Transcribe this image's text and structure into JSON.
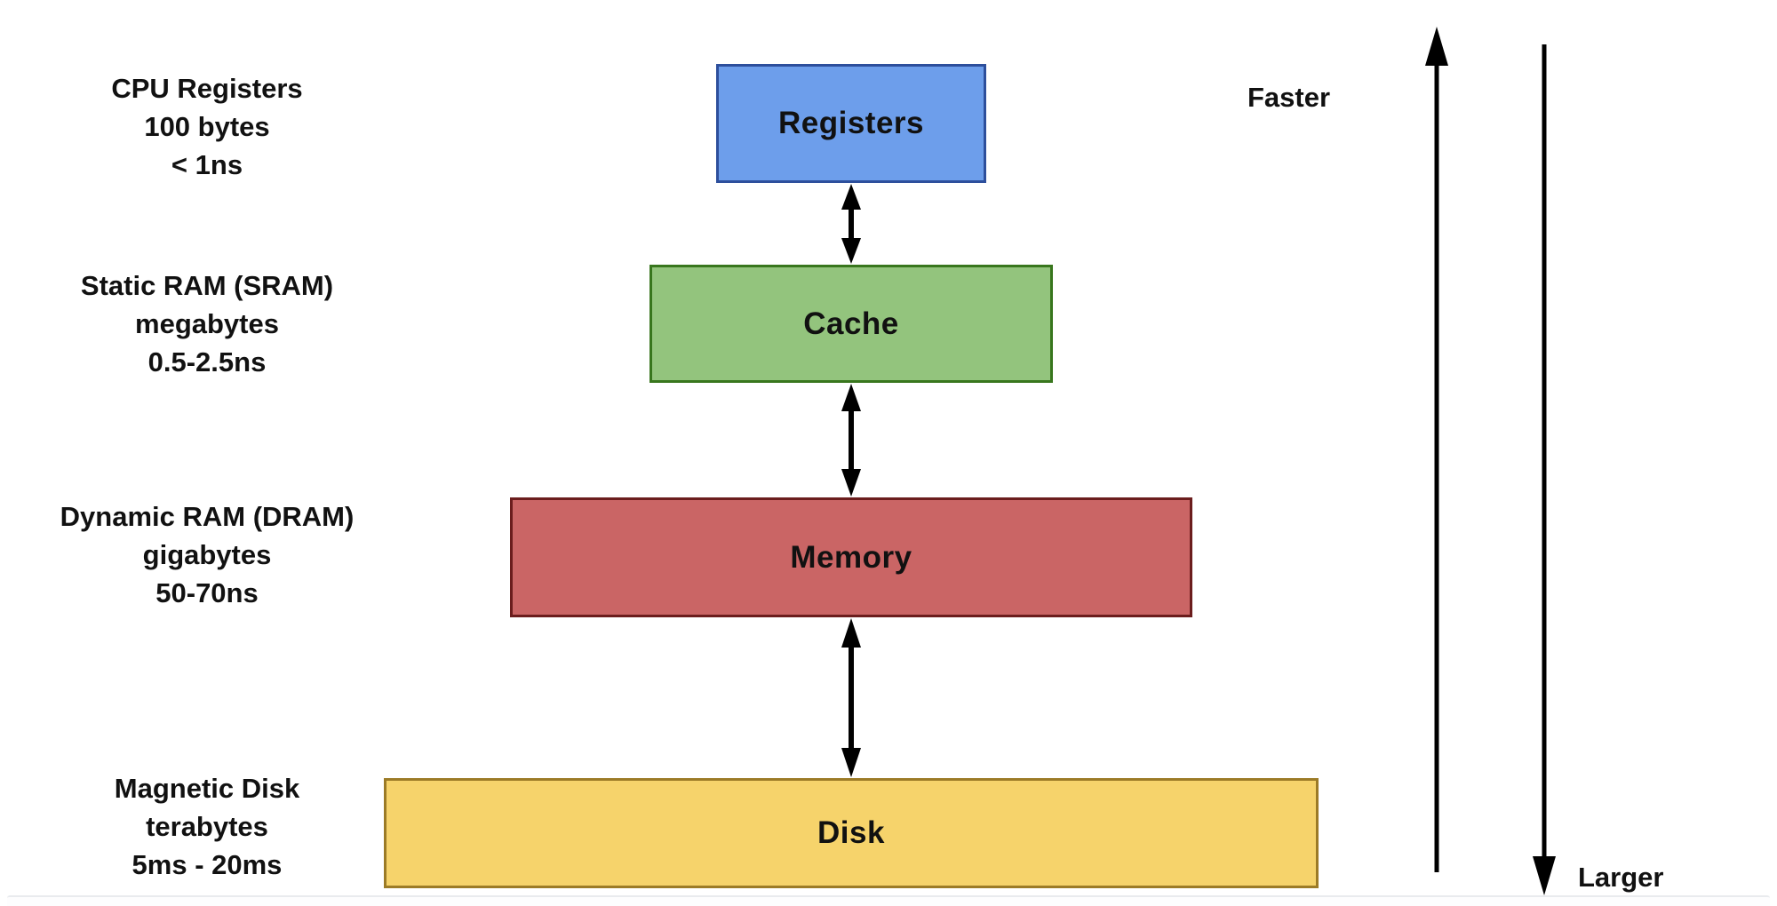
{
  "diagram": {
    "type": "memory-hierarchy",
    "levels": [
      {
        "name": "registers",
        "box_label": "Registers",
        "desc": [
          "CPU Registers",
          "100 bytes",
          "< 1ns"
        ],
        "fill": "#6d9eeb",
        "border": "#2d4f9c"
      },
      {
        "name": "cache",
        "box_label": "Cache",
        "desc": [
          "Static RAM (SRAM)",
          "megabytes",
          "0.5-2.5ns"
        ],
        "fill": "#93c47d",
        "border": "#38761d"
      },
      {
        "name": "memory",
        "box_label": "Memory",
        "desc": [
          "Dynamic RAM (DRAM)",
          "gigabytes",
          "50-70ns"
        ],
        "fill": "#ca6565",
        "border": "#6b1d1d"
      },
      {
        "name": "disk",
        "box_label": "Disk",
        "desc": [
          "Magnetic Disk",
          "terabytes",
          "5ms - 20ms"
        ],
        "fill": "#f6d36b",
        "border": "#9c7b27"
      }
    ],
    "speed_axis_label": "Faster",
    "size_axis_label": "Larger",
    "arrow_color": "#000000"
  }
}
